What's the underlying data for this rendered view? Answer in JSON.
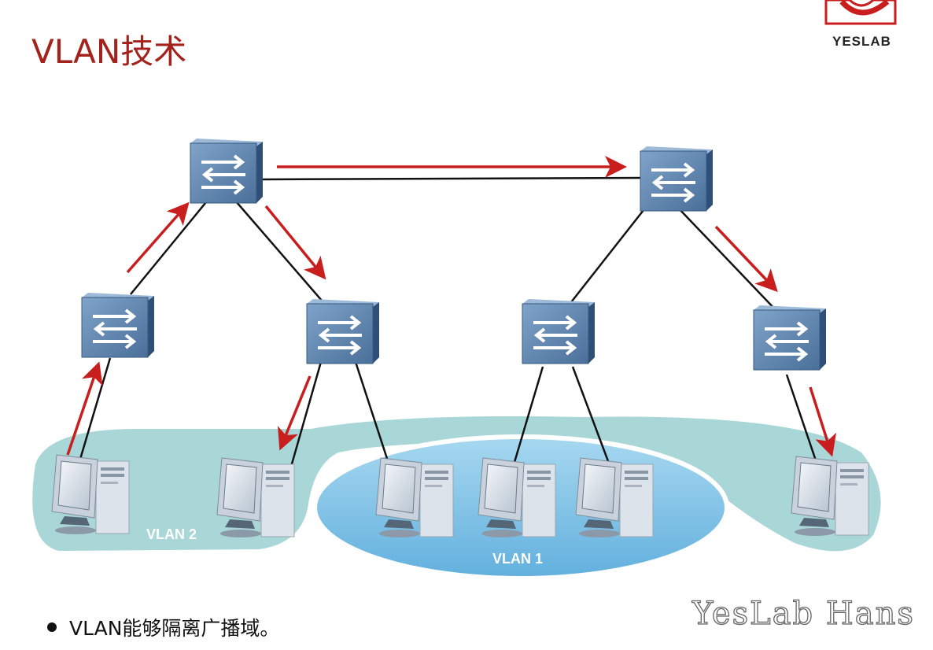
{
  "slide": {
    "title": "VLAN技术",
    "bullet": "VLAN能够隔离广播域。",
    "logo_text": "YESLAB",
    "watermark": "YesLab Hans"
  },
  "diagram": {
    "vlan2_label": "VLAN 2",
    "vlan1_label": "VLAN 1",
    "colors": {
      "vlan2_area": "#a9d6d6",
      "vlan1_area": "#8dc6e6",
      "vlan1_border": "#ffffff",
      "link": "#111111",
      "arrow": "#c81e1e",
      "switch_face": "#5b7fa8",
      "switch_side": "#3d5f86"
    }
  }
}
